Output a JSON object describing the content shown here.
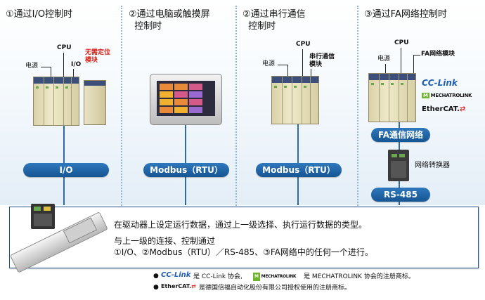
{
  "columns": [
    {
      "title": "①通过I/O控制时",
      "bus": "I/O"
    },
    {
      "title": "②通过电脑或触摸屏\n  控制时",
      "bus": "Modbus（RTU）"
    },
    {
      "title": "②通过串行通信\n  控制时",
      "bus": "Modbus（RTU）"
    },
    {
      "title": "③通过FA网络控制时",
      "bus": "RS-485"
    }
  ],
  "labels": {
    "cpu": "CPU",
    "power": "电源",
    "io": "I/O",
    "no_positioning": "无需定位\n模块",
    "serial_module": "串行通信\n模块",
    "fa_module": "FA网络模块",
    "fa_network": "FA通信网络",
    "converter": "网络转换器"
  },
  "logos": {
    "cclink": "CC-Link",
    "mechatrolink": "MECHATROLINK",
    "ethercat": "EtherCAT."
  },
  "info": {
    "line1": "在驱动器上设定运行数据，通过上一级选择、执行运行数据的类型。",
    "line2": "与上一级的连接、控制通过",
    "line3": "①I/O、②Modbus（RTU）／RS-485、③FA网络中的任何一个进行。"
  },
  "notes": {
    "cclink_note": "是 CC-Link 协会,",
    "mech_note": "是 MECHATROLINK 协会的注册商标。",
    "ethercat_note": "是德国倍福自动化股份有限公司授权使用的注册商标。"
  },
  "colors": {
    "accent": "#1f5fa3",
    "highlight": "#d9251d",
    "logo_green": "#6fb42c"
  }
}
